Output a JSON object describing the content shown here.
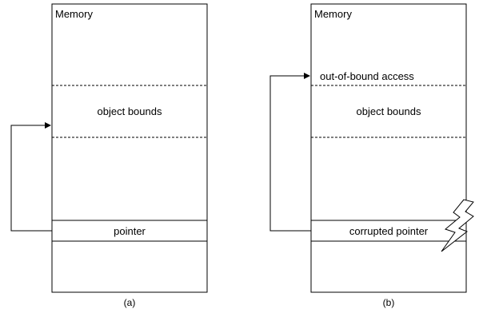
{
  "diagram_a": {
    "memory_label": "Memory",
    "object_label": "object bounds",
    "pointer_label": "pointer",
    "caption": "(a)"
  },
  "diagram_b": {
    "memory_label": "Memory",
    "oob_label": "out-of-bound access",
    "object_label": "object bounds",
    "pointer_label": "corrupted pointer",
    "caption": "(b)"
  }
}
